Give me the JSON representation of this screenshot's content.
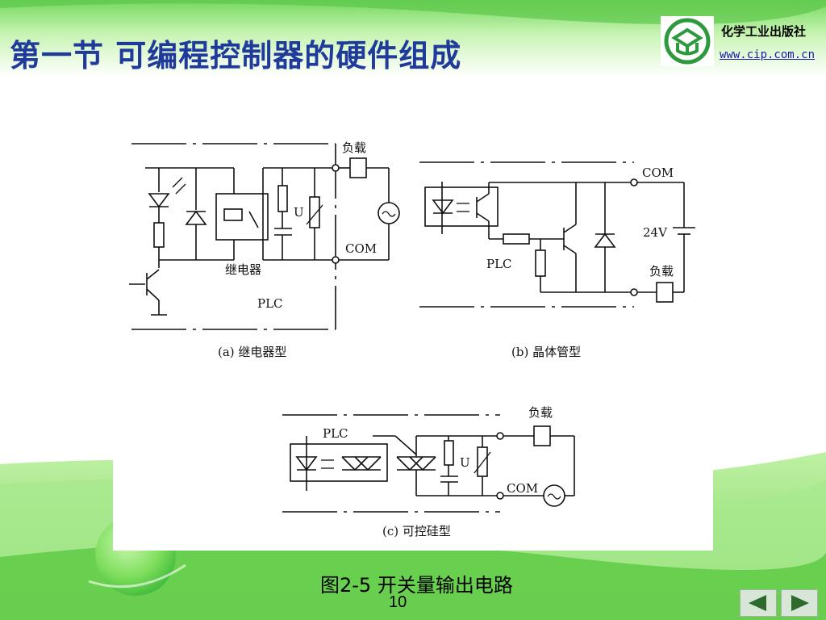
{
  "title": "第一节 可编程控制器的硬件组成",
  "publisher": {
    "name": "化学工业出版社",
    "website": "www.cip.com.cn"
  },
  "diagram": {
    "a": {
      "load": "负载",
      "com": "COM",
      "relay": "继电器",
      "plc": "PLC",
      "u": "U",
      "caption": "(a)  继电器型"
    },
    "b": {
      "com": "COM",
      "voltage": "24V",
      "plc": "PLC",
      "load": "负载",
      "caption": "(b)  晶体管型"
    },
    "c": {
      "load": "负载",
      "plc": "PLC",
      "u": "U",
      "com": "COM",
      "caption": "(c)  可控硅型"
    }
  },
  "figure_caption": "图2-5  开关量输出电路",
  "page_number": "10",
  "nav": {
    "prev": "prev-icon",
    "next": "next-icon"
  },
  "colors": {
    "title": "#1f3a9a",
    "green_light": "#c8f5b0",
    "green_mid": "#7ad86a",
    "green_dark": "#3aa63a",
    "logo": "#2e9a3e"
  }
}
